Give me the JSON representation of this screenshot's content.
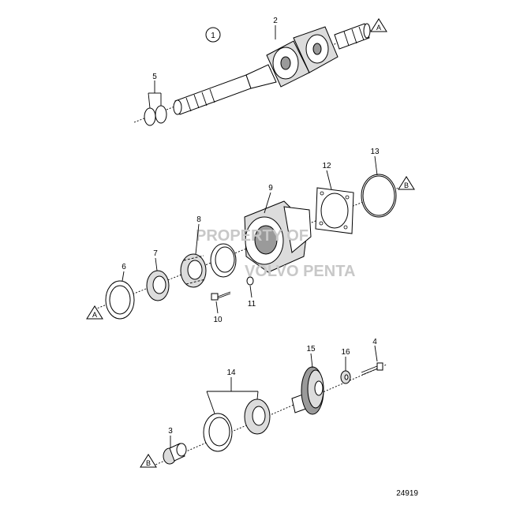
{
  "figure_number": "24919",
  "group_marker": "1",
  "watermark": {
    "line1": "PROPERTY OF",
    "line2": "VOLVO PENTA"
  },
  "callouts": [
    "2",
    "3",
    "4",
    "5",
    "6",
    "7",
    "8",
    "9",
    "10",
    "11",
    "12",
    "13",
    "14",
    "15",
    "16"
  ],
  "connectors": [
    "A",
    "A",
    "B",
    "B"
  ]
}
